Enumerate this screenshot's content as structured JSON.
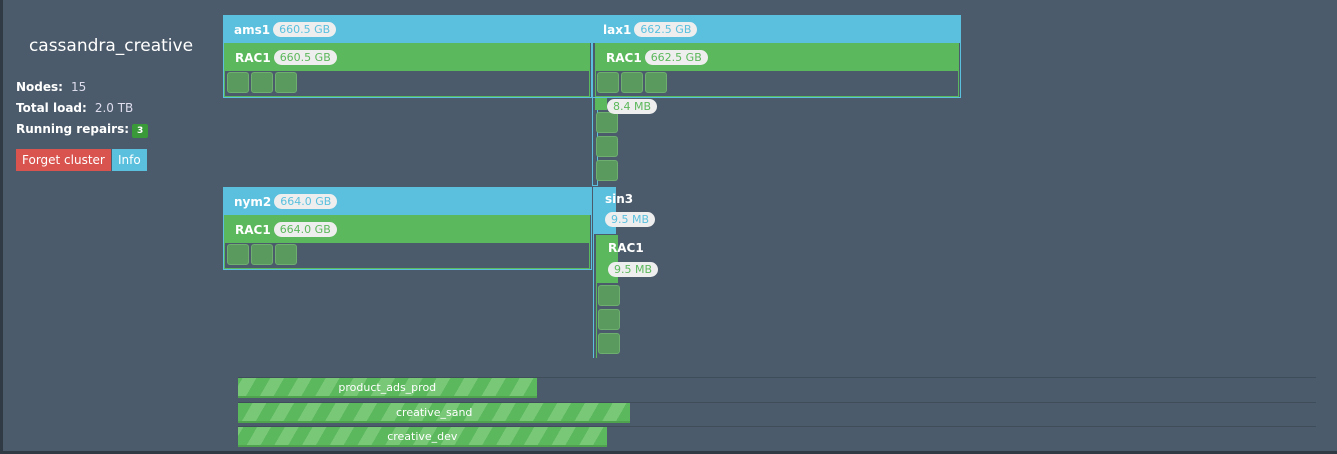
{
  "cluster": {
    "name": "cassandra_creative",
    "nodes_label": "Nodes:",
    "nodes": "15",
    "load_label": "Total load:",
    "load": "2.0 TB",
    "repairs_label": "Running repairs:",
    "repairs": "3",
    "forget_label": "Forget cluster",
    "info_label": "Info"
  },
  "datacenters": [
    {
      "name": "ams1",
      "load": "660.5 GB",
      "racks": [
        {
          "name": "RAC1",
          "load": "660.5 GB",
          "nodes": 3
        }
      ]
    },
    {
      "name": "lax1",
      "load": "662.5 GB",
      "racks": [
        {
          "name": "RAC1",
          "load": "662.5 GB",
          "nodes": 3
        }
      ]
    },
    {
      "name": "",
      "load": "",
      "racks": [
        {
          "name": "",
          "load": "8.4 MB",
          "nodes": 3
        }
      ]
    },
    {
      "name": "nym2",
      "load": "664.0 GB",
      "racks": [
        {
          "name": "RAC1",
          "load": "664.0 GB",
          "nodes": 3
        }
      ]
    },
    {
      "name": "sin3",
      "load": "9.5 MB",
      "racks": [
        {
          "name": "RAC1",
          "load": "9.5 MB",
          "nodes": 3
        }
      ]
    }
  ],
  "keyspaces": [
    {
      "name": "product_ads_prod",
      "progress_pct": 27.7
    },
    {
      "name": "creative_sand",
      "progress_pct": 36.4
    },
    {
      "name": "creative_dev",
      "progress_pct": 34.2
    }
  ],
  "colors": {
    "background": "#4c5b6b",
    "datacenter": "#5bc0de",
    "rack": "#5cb85c",
    "danger": "#d9534f",
    "info": "#5bc0de"
  }
}
